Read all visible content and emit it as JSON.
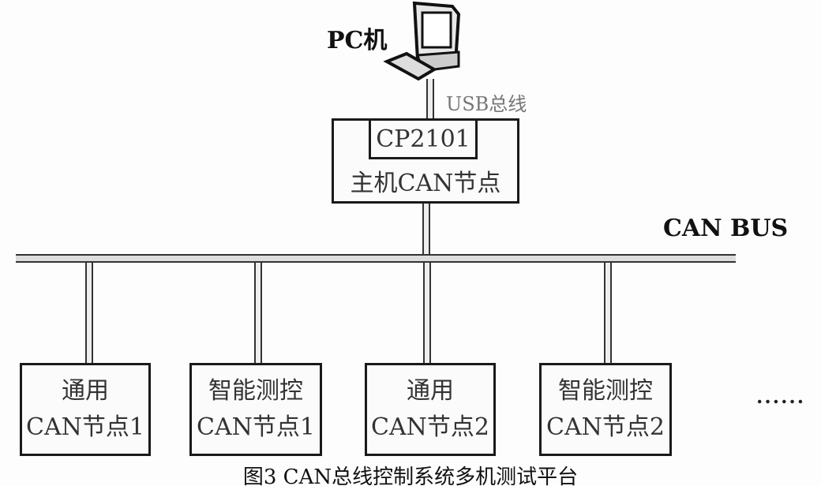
{
  "pc_label": "PC机",
  "usb_label": "USB总线",
  "host": {
    "chip": "CP2101",
    "label": "主机CAN节点"
  },
  "bus_label": "CAN BUS",
  "nodes": [
    {
      "line1": "通用",
      "line2": "CAN节点1"
    },
    {
      "line1": "智能测控",
      "line2": "CAN节点1"
    },
    {
      "line1": "通用",
      "line2": "CAN节点2"
    },
    {
      "line1": "智能测控",
      "line2": "CAN节点2"
    }
  ],
  "ellipsis": "......",
  "caption": "图3 CAN总线控制系统多机测试平台"
}
